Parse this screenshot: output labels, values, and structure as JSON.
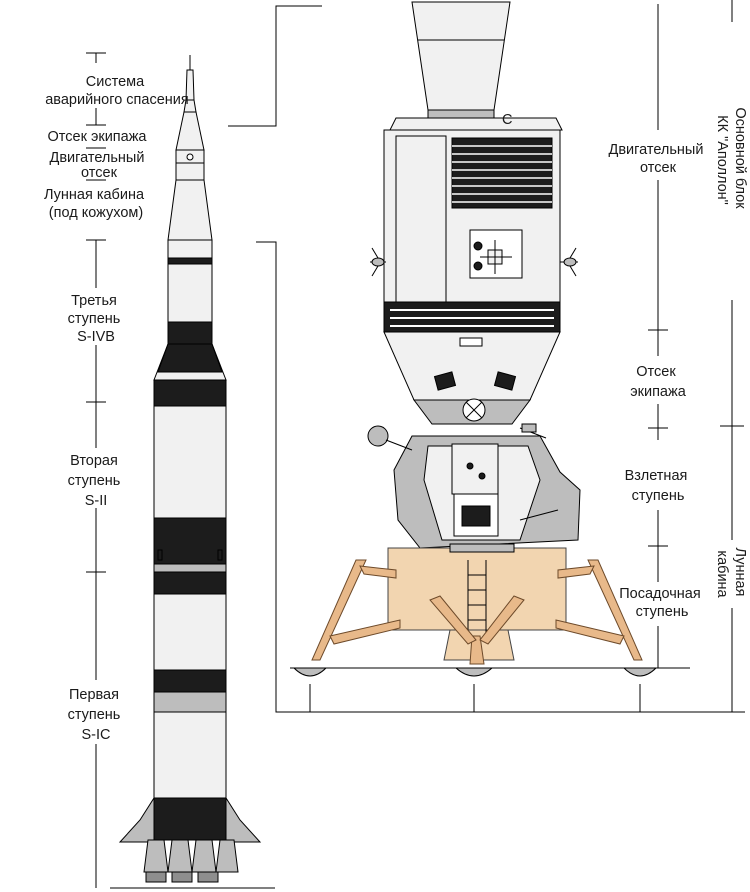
{
  "labels": {
    "les": [
      "Система",
      "аварийного спасения"
    ],
    "crew_compartment_left": [
      "Отсек экипажа"
    ],
    "service_module_left": [
      "Двигательный",
      "отсек"
    ],
    "lm_under_shroud": [
      "Лунная кабина",
      "(под кожухом)"
    ],
    "third_stage": [
      "Третья",
      "ступень",
      "S-IVB"
    ],
    "second_stage": [
      "Вторая",
      "ступень",
      "S-II"
    ],
    "first_stage": [
      "Первая",
      "ступень",
      "S-IC"
    ],
    "service_module_right": [
      "Двигательный",
      "отсек"
    ],
    "crew_compartment_right": [
      "Отсек",
      "экипажа"
    ],
    "ascent_stage": [
      "Взлетная",
      "ступень"
    ],
    "descent_stage": [
      "Посадочная",
      "ступень"
    ],
    "csm_vertical": [
      "Основной блок",
      "КК \"Аполлон\""
    ],
    "lm_vertical": [
      "Лунная",
      "кабина"
    ],
    "sm_marker": "C"
  },
  "colors": {
    "line": "#000000",
    "dark_band": "#1c1c1c",
    "metal_light": "#f1f1f1",
    "metal_mid": "#bdbdbd",
    "descent_stage_fill": "#f2d5b0",
    "leg_fill": "#e8b98a"
  }
}
